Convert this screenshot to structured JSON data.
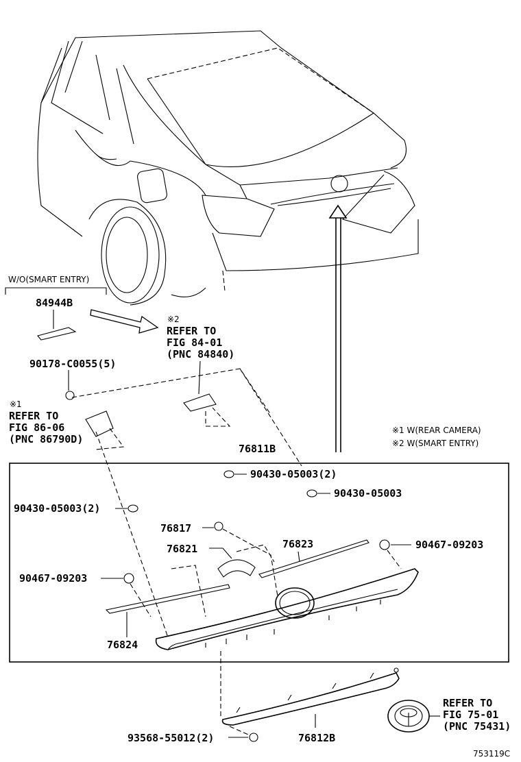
{
  "notes": {
    "wo_smart_entry": "W/O(SMART ENTRY)",
    "note1": "※1 W(REAR CAMERA)",
    "note2": "※2 W(SMART ENTRY)"
  },
  "refs": {
    "ref_84_mark": "※2",
    "ref_84_l1": "REFER TO",
    "ref_84_l2": "FIG 84-01",
    "ref_84_l3": "(PNC 84840)",
    "ref_86_mark": "※1",
    "ref_86_l1": "REFER TO",
    "ref_86_l2": "FIG 86-06",
    "ref_86_l3": "(PNC 86790D)",
    "ref_75_l1": "REFER TO",
    "ref_75_l2": "FIG 75-01",
    "ref_75_l3": "(PNC 75431)"
  },
  "parts": {
    "p84944B": "84944B",
    "p90178": "90178-C0055(5)",
    "p76811B": "76811B",
    "p90430_a": "90430-05003(2)",
    "p90430_b": "90430-05003",
    "p90430_c": "90430-05003(2)",
    "p76817": "76817",
    "p76821": "76821",
    "p76823": "76823",
    "p90467_a": "90467-09203",
    "p90467_b": "90467-09203",
    "p76824": "76824",
    "p93568": "93568-55012(2)",
    "p76812B": "76812B"
  },
  "figure_code": "753119C"
}
